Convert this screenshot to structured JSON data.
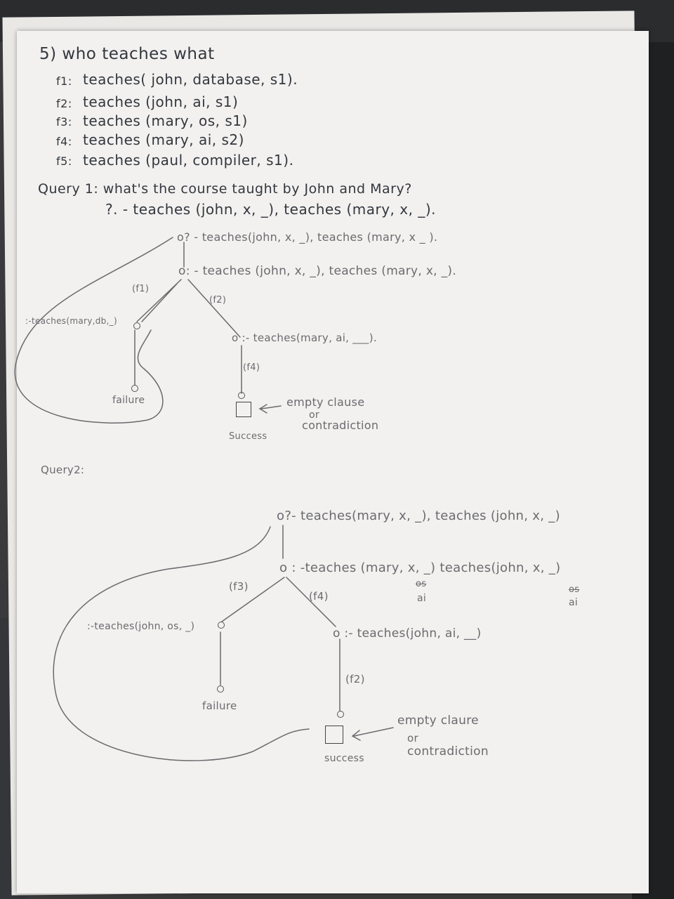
{
  "heading": "5) who teaches what",
  "facts": [
    {
      "label": "f1:",
      "text": "teaches( john, database, s1)."
    },
    {
      "label": "f2:",
      "text": "teaches (john, ai, s1)"
    },
    {
      "label": "f3:",
      "text": "teaches (mary, os, s1)"
    },
    {
      "label": "f4:",
      "text": "teaches (mary, ai, s2)"
    },
    {
      "label": "f5:",
      "text": "teaches (paul, compiler, s1)."
    }
  ],
  "query1": {
    "title": "Query 1: what's the course taught by John and Mary?",
    "goal": "?.  - teaches (john, x, _), teaches (mary, x, _).",
    "root": "o? - teaches(john, x, _), teaches (mary, x _ ).",
    "node1": "o: - teaches  (john, x, _), teaches (mary, x, _).",
    "f1": "(f1)",
    "f2": "(f2)",
    "left_clause": ":-teaches(mary,db,_)",
    "right_clause": "o :- teaches(mary, ai, ___).",
    "f4": "(f4)",
    "failure": "failure",
    "arrow_text_1": "empty clause",
    "arrow_text_2": "or",
    "arrow_text_3": "contradiction",
    "success": "Success"
  },
  "query2": {
    "title": "Query2:",
    "root": "o?- teaches(mary, x, _), teaches (john, x, _)",
    "node1": "o : -teaches (mary, x, _) teaches(john, x, _)",
    "sub_os_1": "os",
    "sub_ai_1": "ai",
    "sub_os_2": "os",
    "sub_ai_2": "ai",
    "f3": "(f3)",
    "f4": "(f4)",
    "left_clause": ":-teaches(john, os, _)",
    "right_clause": "o :- teaches(john, ai, __)",
    "f2": "(f2)",
    "failure": "failure",
    "arrow_text_1": "empty claure",
    "arrow_text_2": "or",
    "arrow_text_3": "contradiction",
    "success": "success"
  }
}
